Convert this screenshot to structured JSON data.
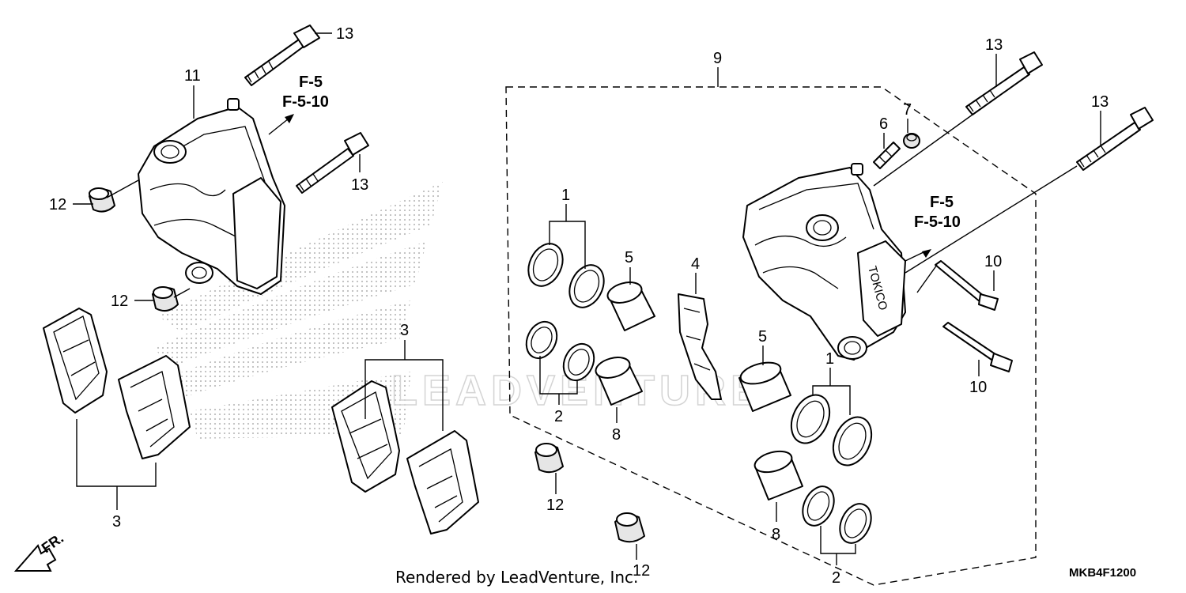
{
  "diagram": {
    "callouts": {
      "n1a": "1",
      "n1b": "1",
      "n2a": "2",
      "n2b": "2",
      "n3a": "3",
      "n3b": "3",
      "n4": "4",
      "n5a": "5",
      "n5b": "5",
      "n6": "6",
      "n7": "7",
      "n8a": "8",
      "n8b": "8",
      "n9": "9",
      "n10a": "10",
      "n10b": "10",
      "n11": "11",
      "n12a": "12",
      "n12b": "12",
      "n12c": "12",
      "n12d": "12",
      "n13a": "13",
      "n13b": "13",
      "n13c": "13",
      "n13d": "13"
    },
    "refs": {
      "left_f5": "F-5",
      "left_f510": "F-5-10",
      "right_f5": "F-5",
      "right_f510": "F-5-10"
    },
    "front_marker": "FR.",
    "caliper_brand": "TOKICO",
    "watermark": "LEADVENTURE"
  },
  "footer": {
    "rendered_by": "Rendered by LeadVenture, Inc.",
    "diagram_code": "MKB4F1200"
  }
}
